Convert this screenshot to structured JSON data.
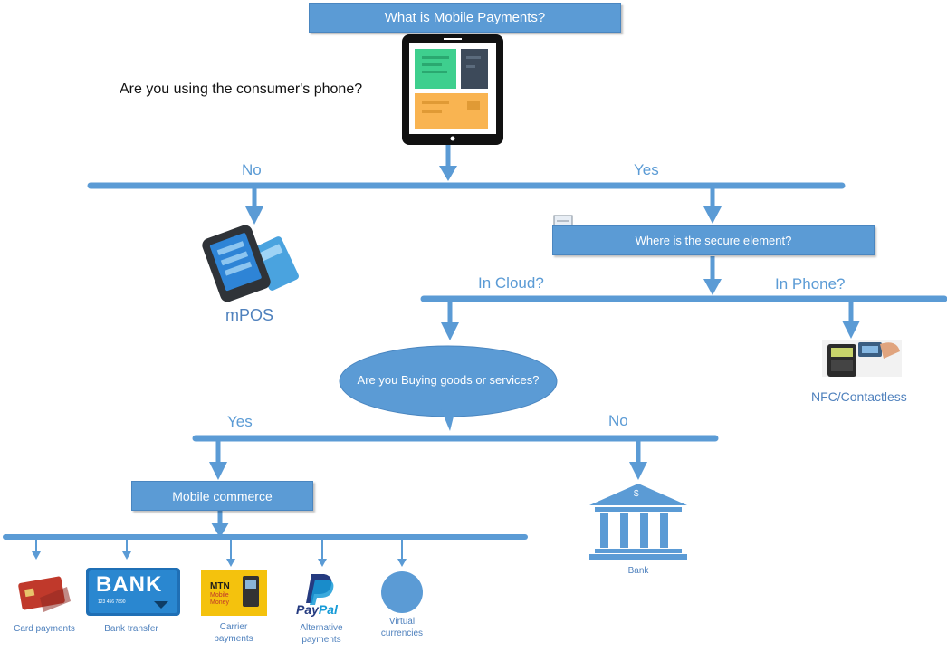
{
  "title": "What is Mobile Payments?",
  "question_phone": "Are you using the consumer's phone?",
  "branch_no": "No",
  "branch_yes": "Yes",
  "mpos_label": "mPOS",
  "secure_element_question": "Where is the secure element?",
  "branch_in_cloud": "In Cloud?",
  "branch_in_phone": "In Phone?",
  "nfc_label": "NFC/Contactless",
  "goods_question": "Are you Buying goods or services?",
  "branch_yes_2": "Yes",
  "branch_no_2": "No",
  "mobile_commerce": "Mobile commerce",
  "bank_label": "Bank",
  "bank_building_symbol": "$",
  "methods": {
    "card_payments": "Card payments",
    "bank_transfer": "Bank transfer",
    "bank_card_text": "BANK",
    "bank_card_number": "123 456 7890",
    "carrier_line1": "Carrier",
    "carrier_line2": "payments",
    "mtn_logo_text": "MTN",
    "mtn_logo_sub1": "Mobile",
    "mtn_logo_sub2": "Money",
    "alternative_line1": "Alternative",
    "alternative_line2": "payments",
    "paypal_pay": "Pay",
    "paypal_pal": "Pal",
    "virtual_line1": "Virtual",
    "virtual_line2": "currencies"
  },
  "colors": {
    "connector": "#5b9bd5",
    "box_fill": "#5b9bd5",
    "label_text": "#4f81bd"
  }
}
